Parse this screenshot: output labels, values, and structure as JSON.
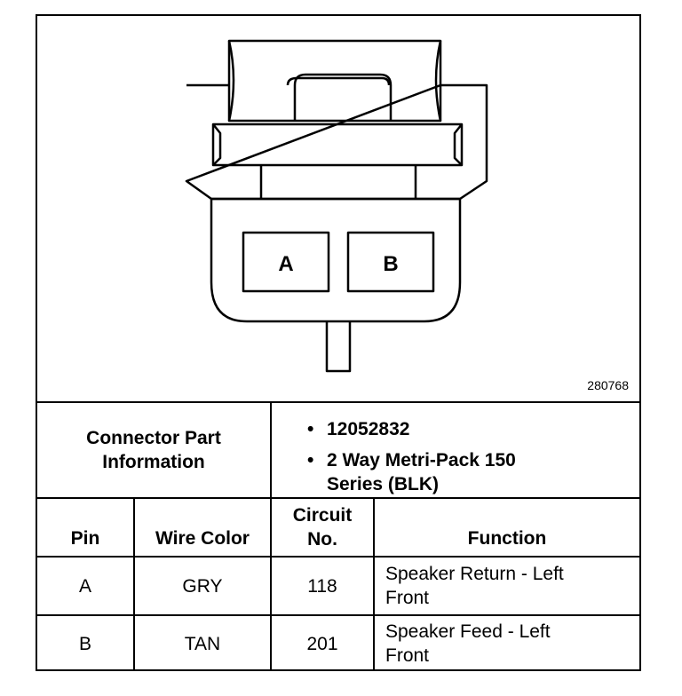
{
  "figure": {
    "id": "280768"
  },
  "connector": {
    "pin_labels": [
      "A",
      "B"
    ]
  },
  "part_info": {
    "label": "Connector Part Information",
    "items": [
      "12052832",
      "2 Way Metri-Pack 150 Series (BLK)"
    ]
  },
  "table": {
    "headers": {
      "pin": "Pin",
      "wire_color": "Wire Color",
      "circuit": "Circuit No.",
      "function": "Function"
    },
    "rows": [
      {
        "pin": "A",
        "wire_color": "GRY",
        "circuit": "118",
        "function": "Speaker Return - Left Front"
      },
      {
        "pin": "B",
        "wire_color": "TAN",
        "circuit": "201",
        "function": "Speaker Feed - Left Front"
      }
    ]
  }
}
